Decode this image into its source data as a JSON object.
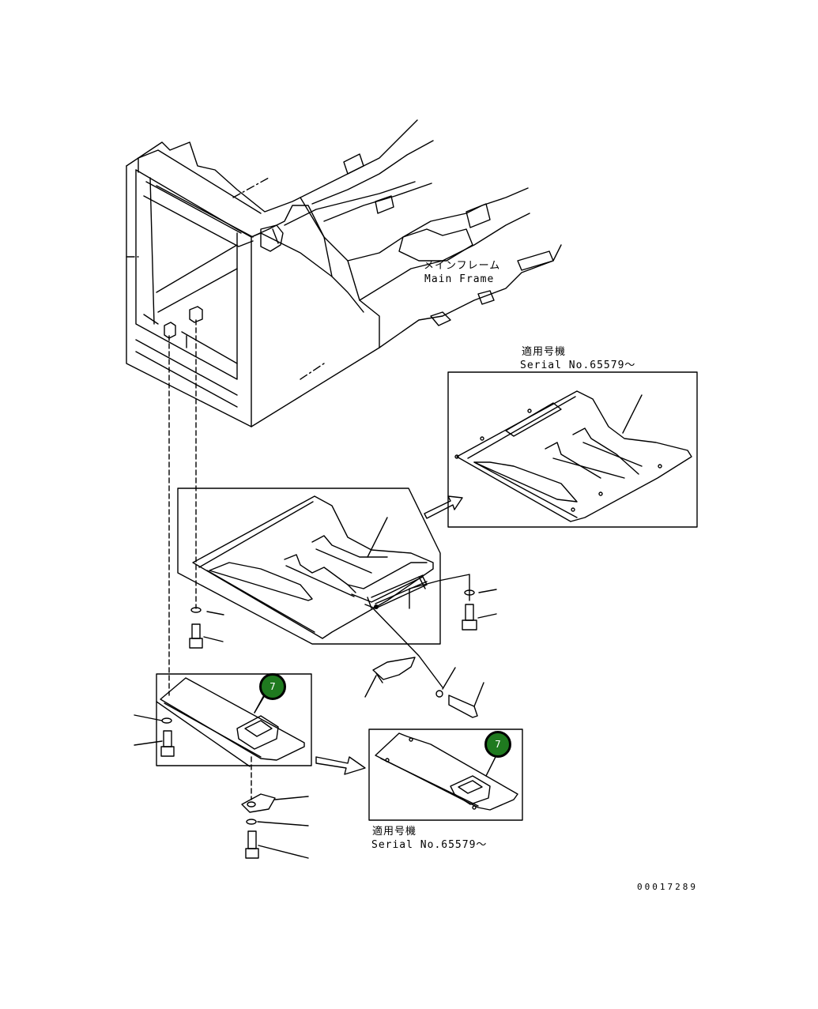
{
  "labels": {
    "main_frame_jp": "メインフレーム",
    "main_frame_en": "Main Frame",
    "serial_top_jp": "適用号機",
    "serial_top_en": "Serial No.65579～",
    "serial_bottom_jp": "適用号機",
    "serial_bottom_en": "Serial No.65579～",
    "drawing_number": "00017289"
  },
  "callouts": [
    {
      "number": "7",
      "color": "#1f7a1f"
    },
    {
      "number": "7",
      "color": "#1f7a1f"
    }
  ],
  "colors": {
    "line": "#000000",
    "background": "#ffffff",
    "callout_fill": "#1f7a1f"
  }
}
